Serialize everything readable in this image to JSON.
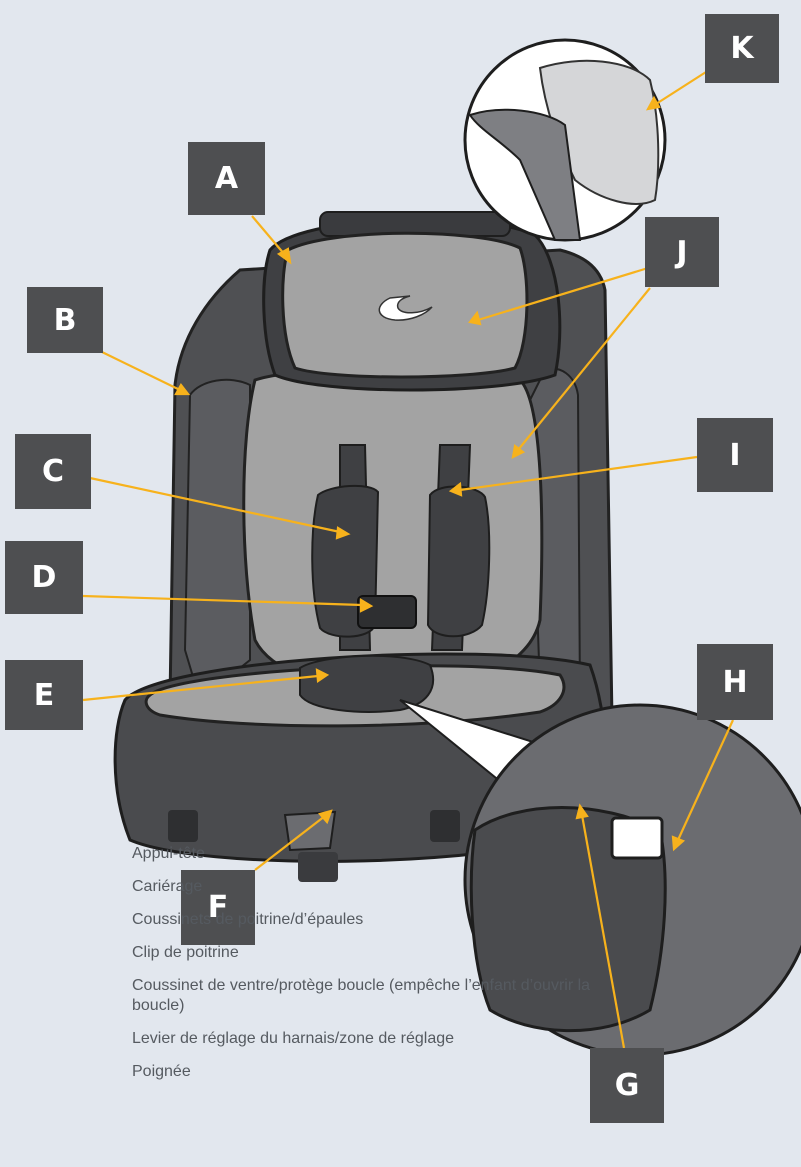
{
  "callouts": {
    "A": "A",
    "B": "B",
    "C": "C",
    "D": "D",
    "E": "E",
    "F": "F",
    "G": "G",
    "H": "H",
    "I": "I",
    "J": "J",
    "K": "K"
  },
  "legend": [
    "Appui-tête",
    "Cariérage",
    "Coussinets de poitrine/d’épaules",
    "Clip de poitrine",
    "Coussinet de ventre/protège boucle (empêche l’enfant d’ouvrir la boucle)",
    "Levier de réglage du harnais/zone de réglage",
    "Poignée"
  ],
  "colors": {
    "background": "#e2e7ee",
    "callout": "#4e4f51",
    "leader_line": "#f7b21c",
    "seat_dark": "#4f5053",
    "seat_mid": "#6b6c70",
    "padding": "#a3a3a3"
  }
}
